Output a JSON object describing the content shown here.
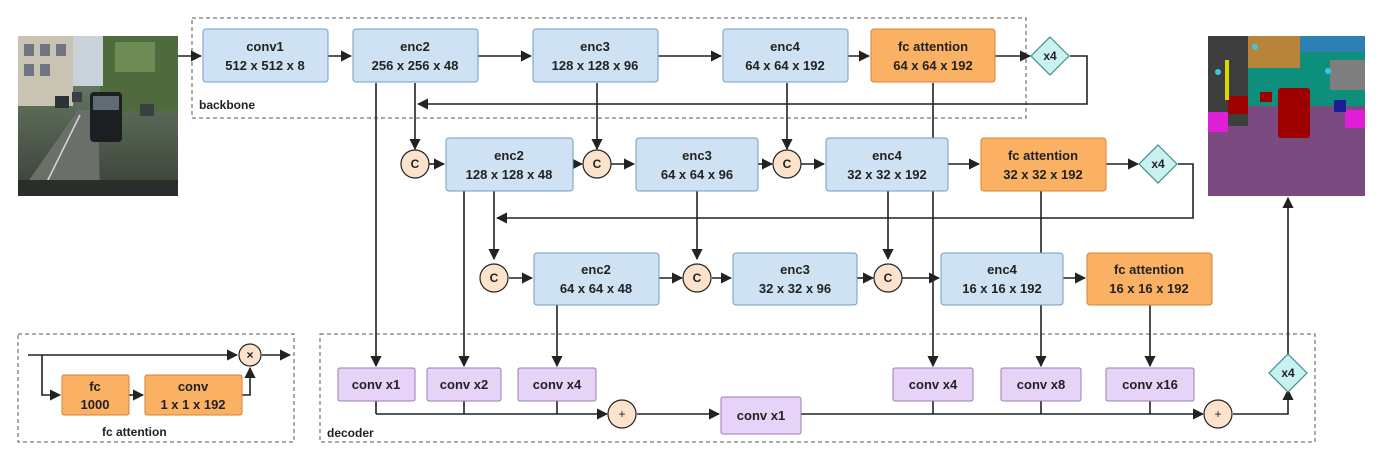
{
  "colors": {
    "blue_fill": "#cfe2f3",
    "blue_stroke": "#6d9ec9",
    "orange_fill": "#fbb164",
    "orange_stroke": "#d9822b",
    "purple_fill": "#e6d3f7",
    "purple_stroke": "#9b7bb8",
    "op_fill": "#fde3cb",
    "diamond_fill": "#c9f1f0",
    "diamond_stroke": "#3c8f94",
    "line": "#222222"
  },
  "regions": {
    "backbone": "backbone",
    "decoder": "decoder",
    "fc_attention": "fc attention"
  },
  "row1": {
    "conv1": [
      "conv1",
      "512 x 512 x 8"
    ],
    "enc2": [
      "enc2",
      "256 x 256 x 48"
    ],
    "enc3": [
      "enc3",
      "128 x 128 x 96"
    ],
    "enc4": [
      "enc4",
      "64 x 64 x 192"
    ],
    "fca": [
      "fc attention",
      "64 x 64 x 192"
    ],
    "up": "x4"
  },
  "row2": {
    "enc2": [
      "enc2",
      "128 x 128 x 48"
    ],
    "enc3": [
      "enc3",
      "64 x 64 x 96"
    ],
    "enc4": [
      "enc4",
      "32 x 32 x 192"
    ],
    "fca": [
      "fc attention",
      "32 x 32 x 192"
    ],
    "up": "x4"
  },
  "row3": {
    "enc2": [
      "enc2",
      "64 x 64 x 48"
    ],
    "enc3": [
      "enc3",
      "32 x 32 x 96"
    ],
    "enc4": [
      "enc4",
      "16 x 16 x 192"
    ],
    "fca": [
      "fc attention",
      "16 x 16 x 192"
    ]
  },
  "concat": "C",
  "decoder": {
    "conv_a": "conv x1",
    "conv_b": "conv x2",
    "conv_c": "conv x4",
    "conv_mid": "conv x1",
    "conv_d": "conv x4",
    "conv_e": "conv x8",
    "conv_f": "conv x16",
    "add": "+",
    "up": "x4"
  },
  "fc_detail": {
    "fc": [
      "fc",
      "1000"
    ],
    "conv": [
      "conv",
      "1 x 1 x 192"
    ],
    "mul": "×"
  }
}
